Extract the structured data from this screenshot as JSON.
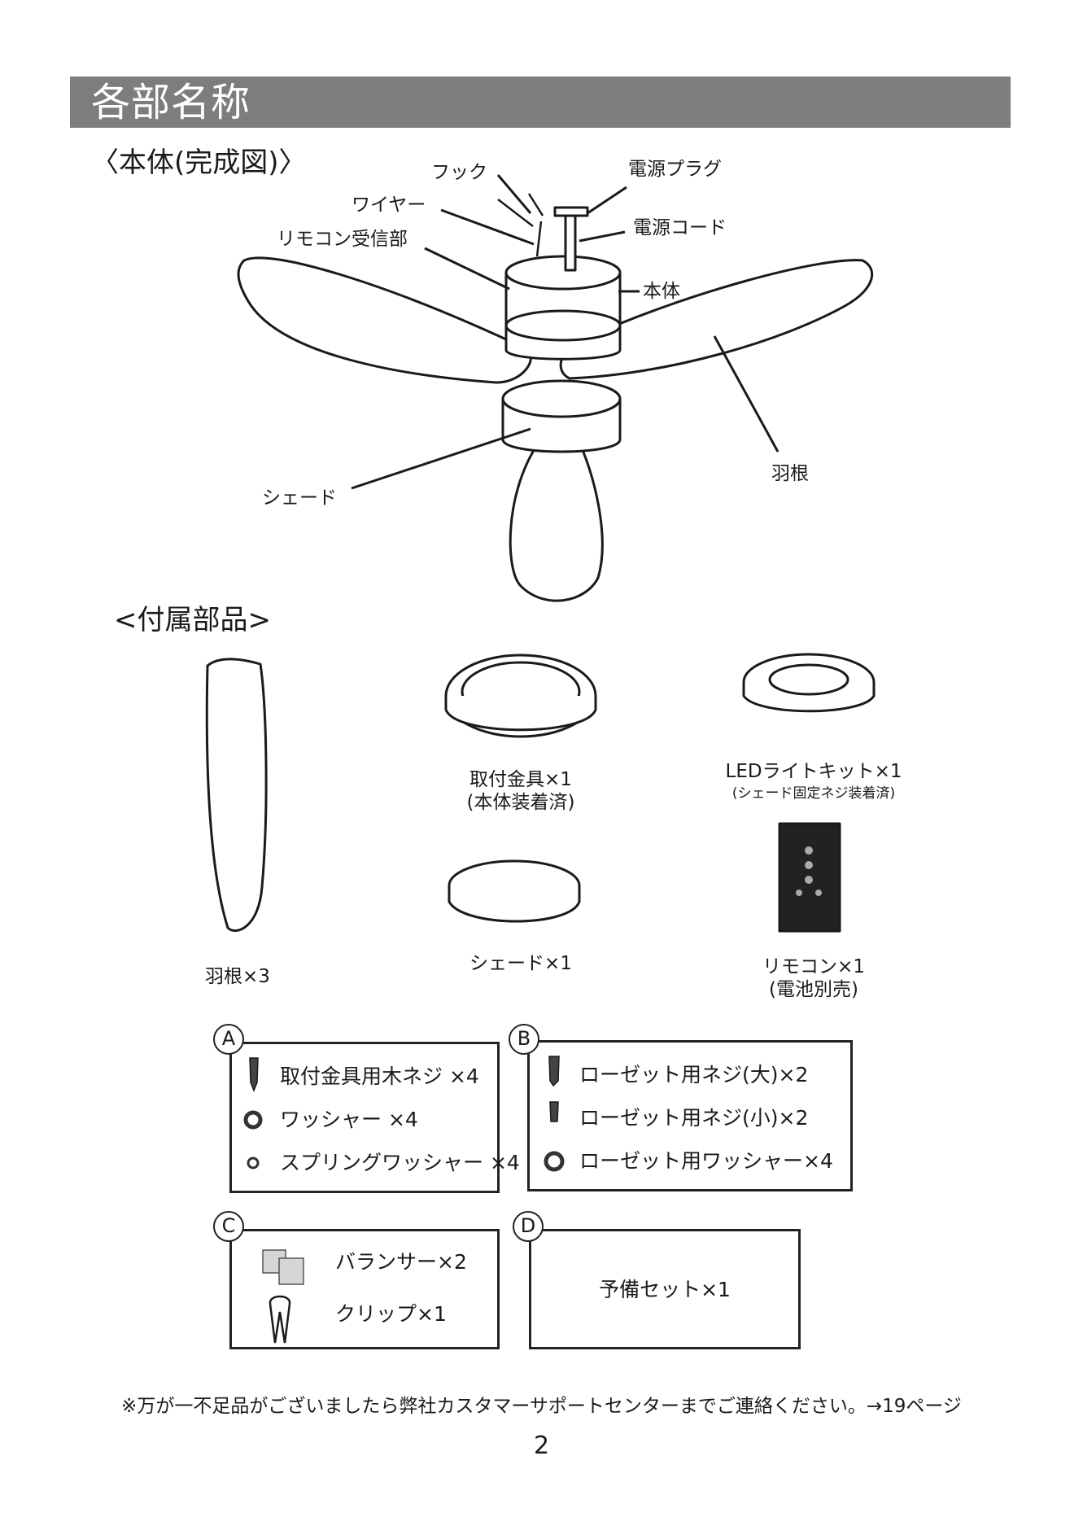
{
  "header": {
    "title": "各部名称"
  },
  "main_section": {
    "title": "〈本体(完成図)〉",
    "labels": {
      "hook": "フック",
      "plug": "電源プラグ",
      "wire": "ワイヤー",
      "cord": "電源コード",
      "receiver": "リモコン受信部",
      "body": "本体",
      "blade": "羽根",
      "shade": "シェード"
    }
  },
  "accessories": {
    "title": "<付属部品>",
    "blades": "羽根×3",
    "bracket": {
      "line1": "取付金具×1",
      "line2": "(本体装着済)"
    },
    "led": {
      "line1": "LEDライトキット×1",
      "line2": "(シェード固定ネジ装着済)"
    },
    "shade": "シェード×1",
    "remote": {
      "line1": "リモコン×1",
      "line2": "(電池別売)"
    }
  },
  "boxes": {
    "a": {
      "letter": "A",
      "items": [
        "取付金具用木ネジ ×4",
        "ワッシャー ×4",
        "スプリングワッシャー ×4"
      ]
    },
    "b": {
      "letter": "B",
      "items": [
        "ローゼット用ネジ(大)×2",
        "ローゼット用ネジ(小)×2",
        "ローゼット用ワッシャー×4"
      ]
    },
    "c": {
      "letter": "C",
      "items": [
        "バランサー×2",
        "クリップ×1"
      ]
    },
    "d": {
      "letter": "D",
      "items": [
        "予備セット×1"
      ]
    }
  },
  "footer": {
    "note": "※万が一不足品がございましたら弊社カスタマーサポートセンターまでご連絡ください。→19ページ",
    "page_number": "2"
  }
}
